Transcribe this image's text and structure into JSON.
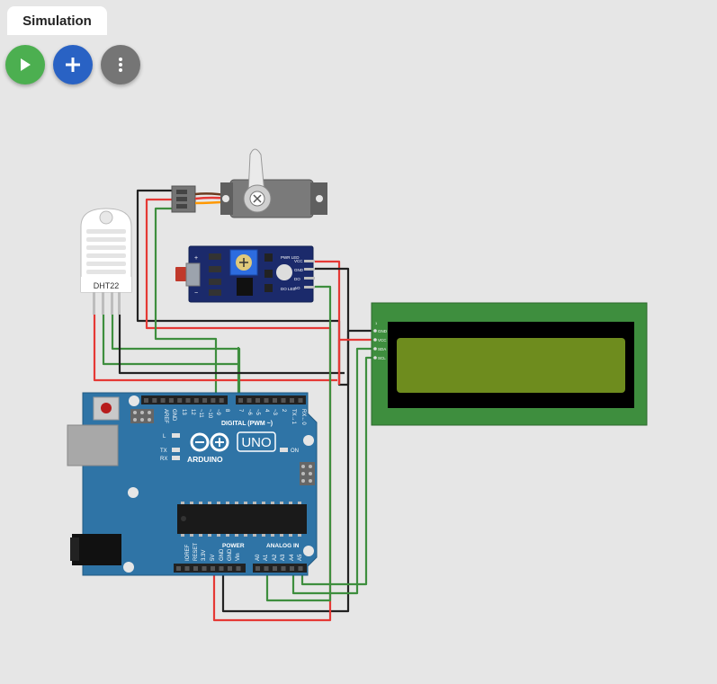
{
  "tab": {
    "label": "Simulation"
  },
  "toolbar": {
    "play": {
      "icon": "play-icon",
      "color": "#4caf50"
    },
    "add": {
      "icon": "plus-icon",
      "color": "#2962c4"
    },
    "more": {
      "icon": "more-vertical-icon",
      "color": "#757575"
    }
  },
  "dht": {
    "label": "DHT22"
  },
  "arduino": {
    "brand": "ARDUINO",
    "model": "UNO",
    "digital_label": "DIGITAL (PWM ~)",
    "power_label": "POWER",
    "analog_label": "ANALOG IN",
    "aref": "AREF",
    "gnd": "GND",
    "pins_digital": [
      "13",
      "12",
      "~11",
      "~10",
      "~9",
      "8",
      "7",
      "~6",
      "~5",
      "4",
      "~3",
      "2",
      "TX→1",
      "RX←0"
    ],
    "pins_power": [
      "IOREF",
      "RESET",
      "3.3V",
      "5V",
      "GND",
      "GND",
      "Vin"
    ],
    "pins_analog": [
      "A0",
      "A1",
      "A2",
      "A3",
      "A4",
      "A5"
    ],
    "led_l": "L",
    "led_tx": "TX",
    "led_rx": "RX",
    "led_on": "ON"
  },
  "ldr": {
    "pins": [
      "VCC",
      "GND",
      "DO",
      "AO"
    ],
    "led1": "PWR LED",
    "led2": "DO LED"
  },
  "lcd": {
    "pins": [
      "GND",
      "VCC",
      "SDA",
      "SCL"
    ]
  },
  "colors": {
    "wire_red": "#e53935",
    "wire_black": "#222222",
    "wire_green": "#3e8e3e"
  }
}
